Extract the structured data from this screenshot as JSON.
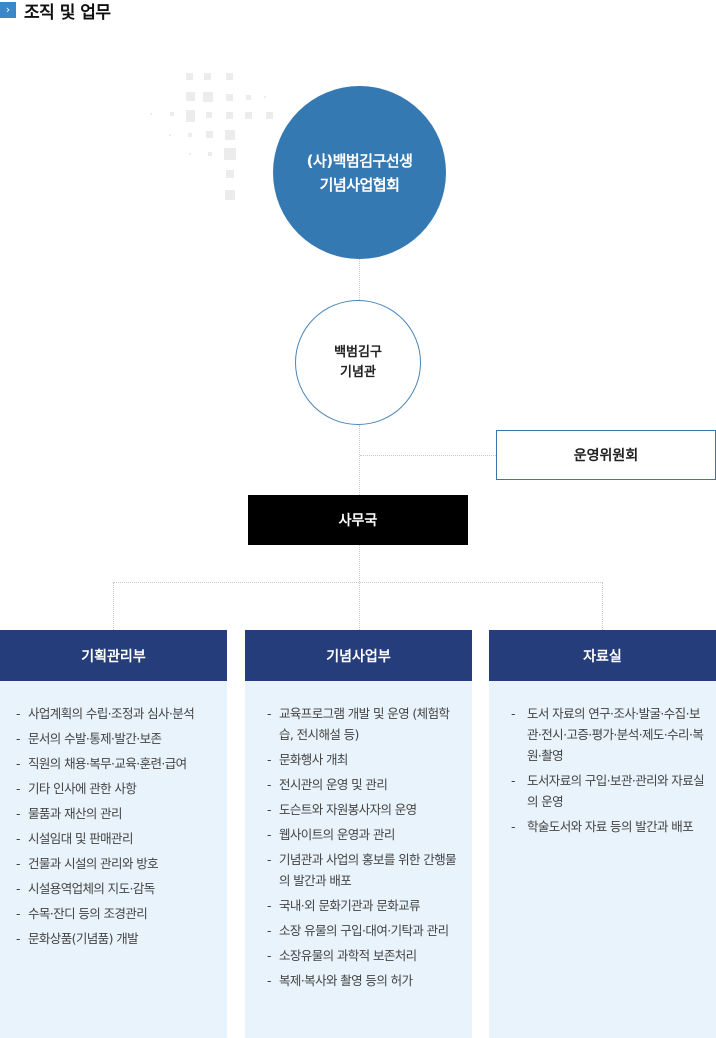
{
  "page": {
    "title": "조직 및 업무",
    "title_icon": "chevron-right-icon"
  },
  "colors": {
    "main_circle": "#3579b3",
    "dept_header": "#253d7a",
    "dept_body": "#e8f3fb",
    "office_box": "#000000",
    "title_icon": "#3b87c8"
  },
  "org": {
    "top": {
      "line1": "(사)백범김구선생",
      "line2": "기념사업협회"
    },
    "museum": {
      "line1": "백범김구",
      "line2": "기념관"
    },
    "committee": "운영위원회",
    "office": "사무국"
  },
  "departments": [
    {
      "name": "기획관리부",
      "duties": [
        "사업계획의 수립·조정과 심사·분석",
        "문서의 수발·통제·발간·보존",
        "직원의 채용·복무·교육·훈련·급여",
        "기타 인사에 관한 사항",
        "물품과 재산의 관리",
        "시설임대 및 판매관리",
        "건물과 시설의 관리와 방호",
        "시설용역업체의 지도·감독",
        "수목·잔디 등의 조경관리",
        "문화상품(기념품) 개발"
      ]
    },
    {
      "name": "기념사업부",
      "duties": [
        "교육프로그램 개발 및 운영 (체험학습, 전시해설 등)",
        "문화행사 개최",
        "전시관의 운영 및 관리",
        "도슨트와 자원봉사자의 운영",
        "웹사이트의 운영과 관리",
        "기념관과 사업의 홍보를 위한 간행물의 발간과 배포",
        "국내·외 문화기관과 문화교류",
        "소장 유물의 구입·대여·기탁과 관리",
        "소장유물의 과학적 보존처리",
        "복제·복사와 촬영 등의 허가"
      ]
    },
    {
      "name": "자료실",
      "duties": [
        "도서 자료의 연구·조사·발굴·수집·보관·전시·고증·평가·분석·제도·수리·복원·촬영",
        "도서자료의 구입·보관·관리와 자료실의 운영",
        "학술도서와 자료 등의 발간과 배포"
      ]
    }
  ],
  "bullet": "-"
}
